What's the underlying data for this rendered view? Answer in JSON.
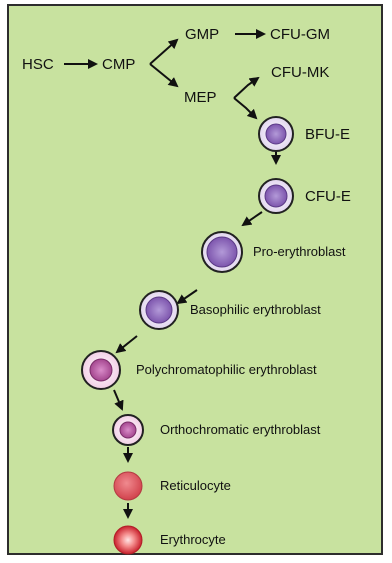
{
  "colors": {
    "background": "#c8e29f",
    "frame": "#2d2d2d",
    "arrow": "#111111",
    "cell_ring": "#ffffff",
    "nucleus_purple": "#8a63b4",
    "nucleus_magenta": "#b0509a",
    "red_cell": "#e05c64",
    "erythrocyte_center": "#ffd2d2"
  },
  "nodes": {
    "hsc": "HSC",
    "cmp": "CMP",
    "gmp": "GMP",
    "cfu_gm": "CFU-GM",
    "mep": "MEP",
    "cfu_mk": "CFU-MK",
    "bfu_e": "BFU-E",
    "cfu_e": "CFU-E",
    "pro_erythroblast": "Pro-erythroblast",
    "basophilic_erythroblast": "Basophilic erythroblast",
    "polychromatophilic_erythroblast": "Polychromatophilic erythroblast",
    "orthochromatic_erythroblast": "Orthochromatic erythroblast",
    "reticulocyte": "Reticulocyte",
    "erythrocyte": "Erythrocyte"
  }
}
